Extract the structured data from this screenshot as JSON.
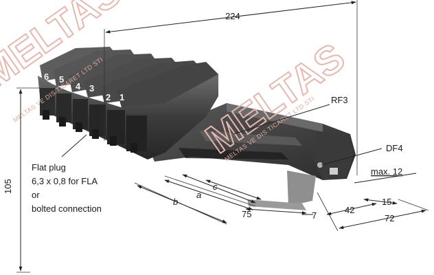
{
  "dimensions": {
    "overall_length": "224",
    "height": "105",
    "b": "b",
    "a": "a",
    "c": "c",
    "d75": "75",
    "d7": "7",
    "d42": "42",
    "d15": "15",
    "d72": "72",
    "max12": "max. 12"
  },
  "labels": {
    "rf3": "RF3",
    "df4": "DF4",
    "flat_plug": [
      "Flat plug",
      "6,3 x 0,8 for FLA",
      "or",
      "bolted connection"
    ]
  },
  "module_numbers": [
    "6",
    "5",
    "4",
    "3",
    "2",
    "1"
  ],
  "watermark": {
    "brand": "MELTAS",
    "subtext": "MELTAS VE DIS TICARET LTD STI"
  }
}
